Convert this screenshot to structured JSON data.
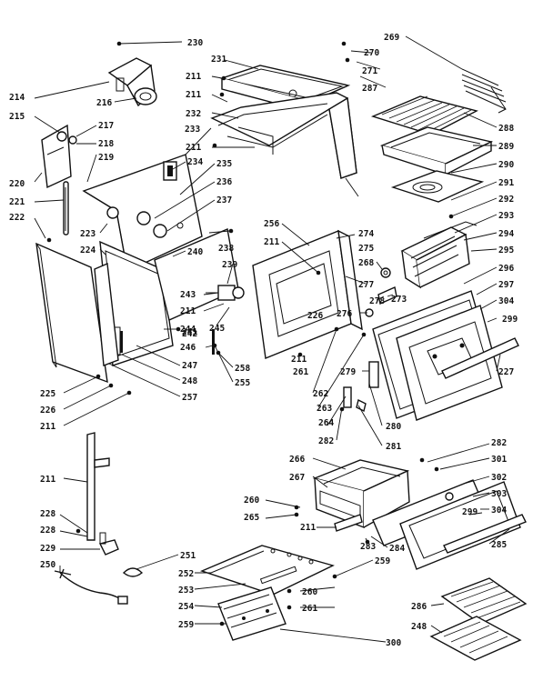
{
  "diagram": {
    "callouts": [
      "230",
      "231",
      "211",
      "211",
      "232",
      "211",
      "233",
      "214",
      "216",
      "215",
      "217",
      "218",
      "219",
      "220",
      "221",
      "222",
      "223",
      "224",
      "225",
      "226",
      "211",
      "234",
      "235",
      "236",
      "237",
      "238",
      "239",
      "240",
      "241",
      "242",
      "243",
      "211",
      "244",
      "245",
      "246",
      "247",
      "248",
      "257",
      "258",
      "255",
      "256",
      "211",
      "226",
      "211",
      "261",
      "262",
      "263",
      "264",
      "282",
      "281",
      "280",
      "279",
      "276",
      "277",
      "278",
      "273",
      "274",
      "275",
      "268",
      "269",
      "270",
      "271",
      "287",
      "288",
      "289",
      "290",
      "291",
      "292",
      "293",
      "294",
      "295",
      "296",
      "297",
      "304",
      "299",
      "227",
      "211",
      "228",
      "228",
      "229",
      "250",
      "251",
      "252",
      "253",
      "254",
      "259",
      "260",
      "265",
      "266",
      "267",
      "211",
      "283",
      "284",
      "259",
      "260",
      "261",
      "300",
      "282",
      "301",
      "302",
      "303",
      "304",
      "299",
      "285",
      "286",
      "248"
    ]
  }
}
